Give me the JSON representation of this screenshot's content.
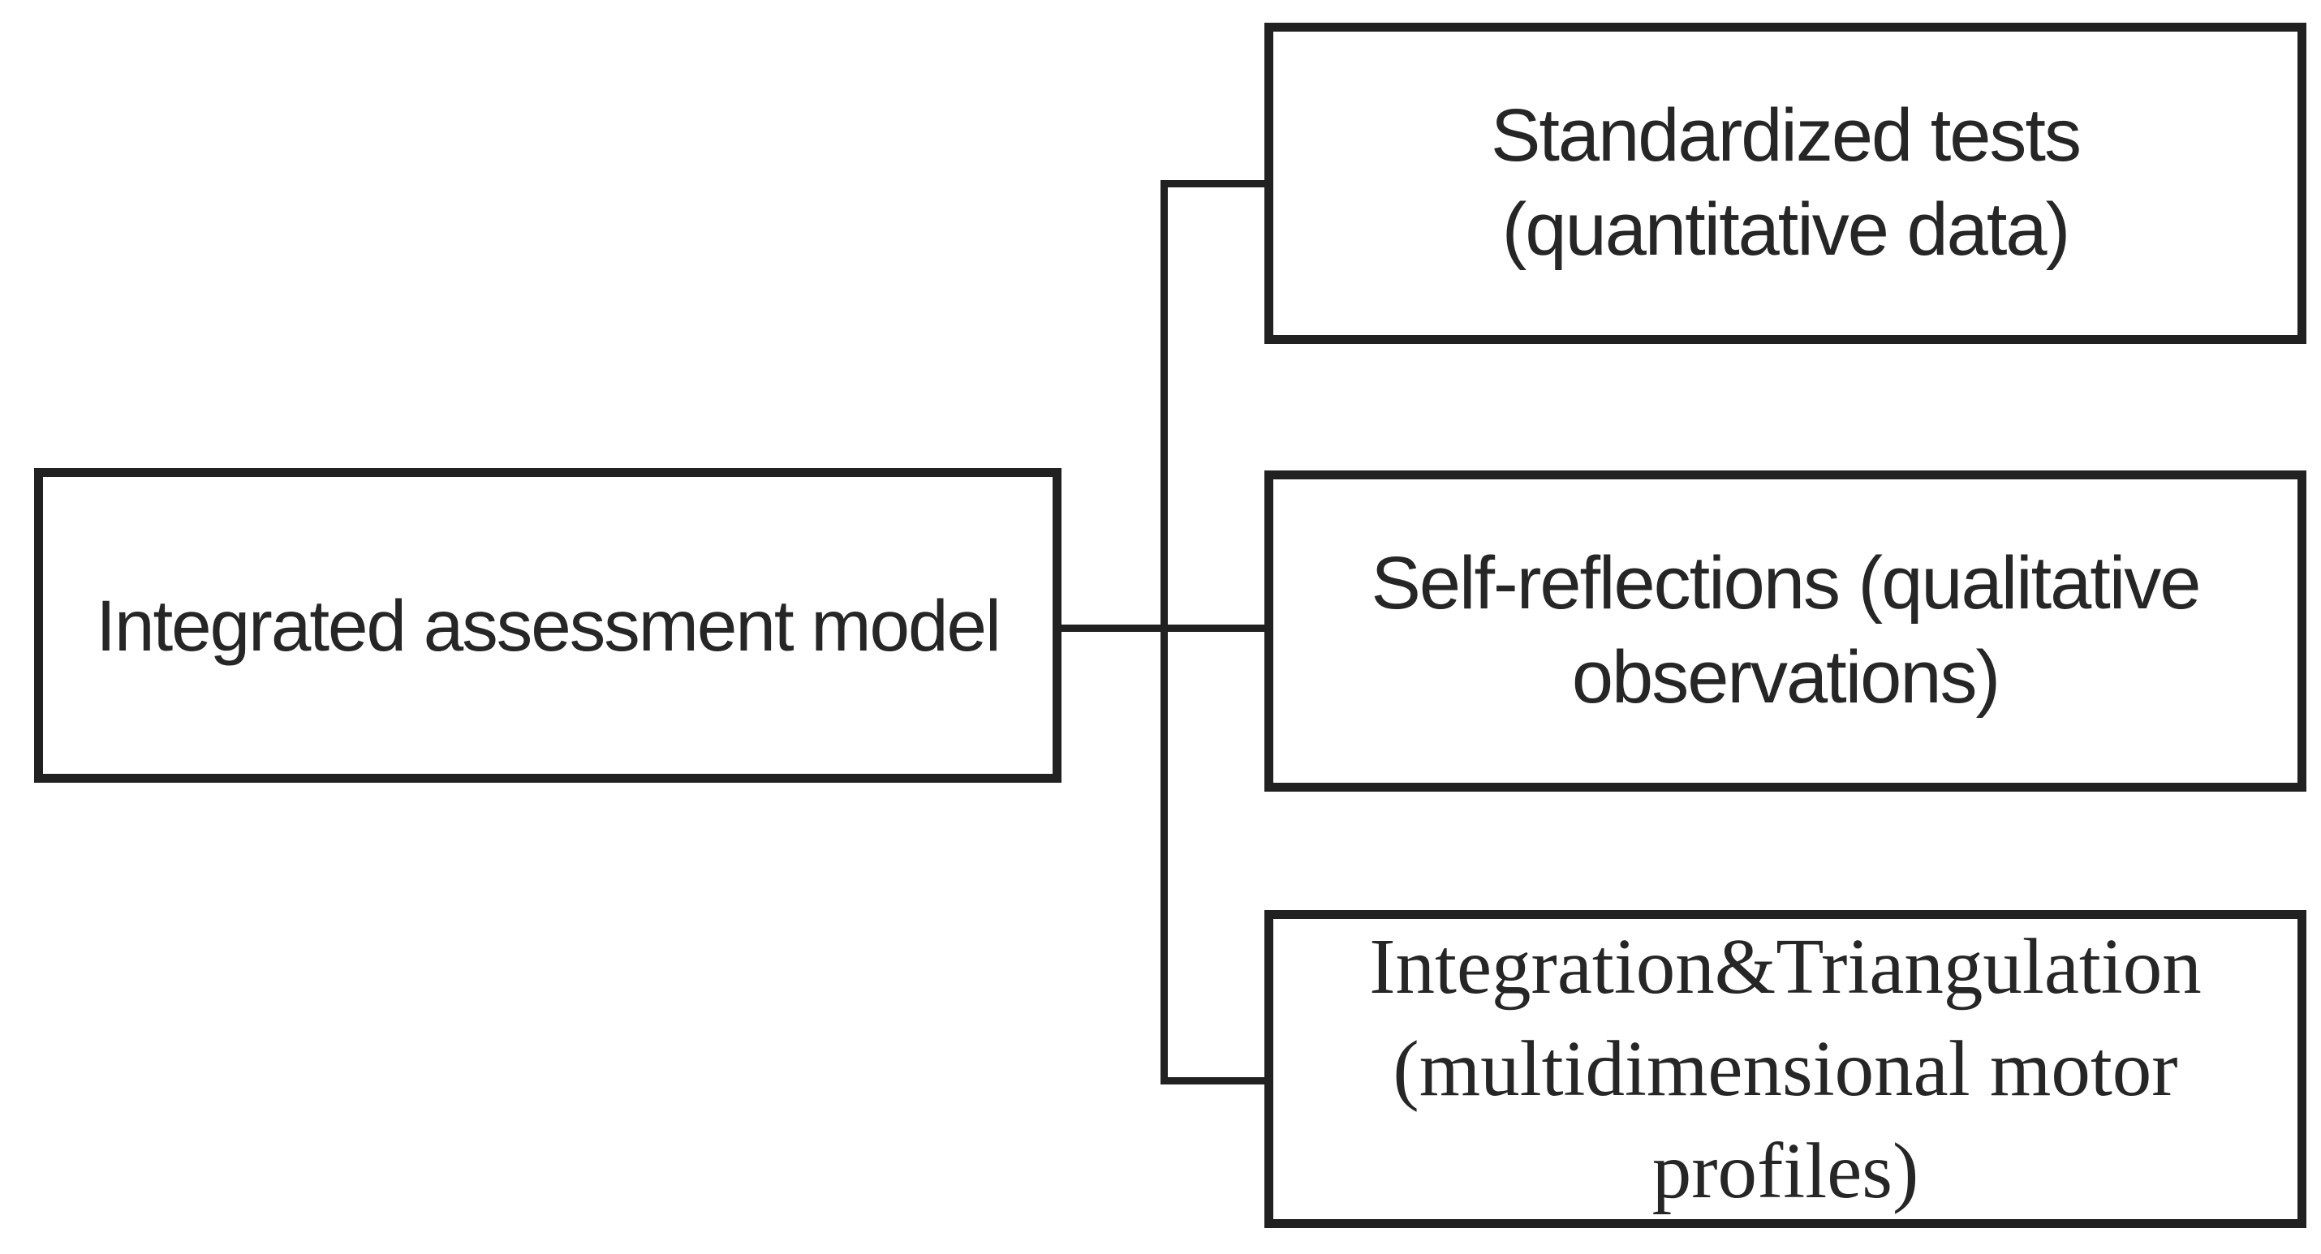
{
  "diagram": {
    "type": "flow-diagram",
    "background_color": "#ffffff",
    "line_color": "#212121",
    "text_color": "#262626",
    "nodes": {
      "root": {
        "id": "integrated-assessment-model",
        "label": "Integrated assessment model",
        "lines": [
          "Integrated assessment model"
        ]
      },
      "children": [
        {
          "id": "standardized-tests",
          "label": "Standardized tests (quantitative data)",
          "lines": [
            "Standardized tests",
            "(quantitative data)"
          ]
        },
        {
          "id": "self-reflections",
          "label": "Self-reflections (qualitative observations)",
          "lines": [
            "Self-reflections (qualitative",
            "observations)"
          ]
        },
        {
          "id": "integration-triangulation",
          "label": "Integration&Triangulation (multidimensional motor profiles)",
          "lines": [
            "Integration&Triangulation",
            "(multidimensional motor",
            "profiles)"
          ]
        }
      ]
    },
    "edges": [
      {
        "from": "integrated-assessment-model",
        "to": "standardized-tests"
      },
      {
        "from": "integrated-assessment-model",
        "to": "self-reflections"
      },
      {
        "from": "integrated-assessment-model",
        "to": "integration-triangulation"
      }
    ]
  }
}
